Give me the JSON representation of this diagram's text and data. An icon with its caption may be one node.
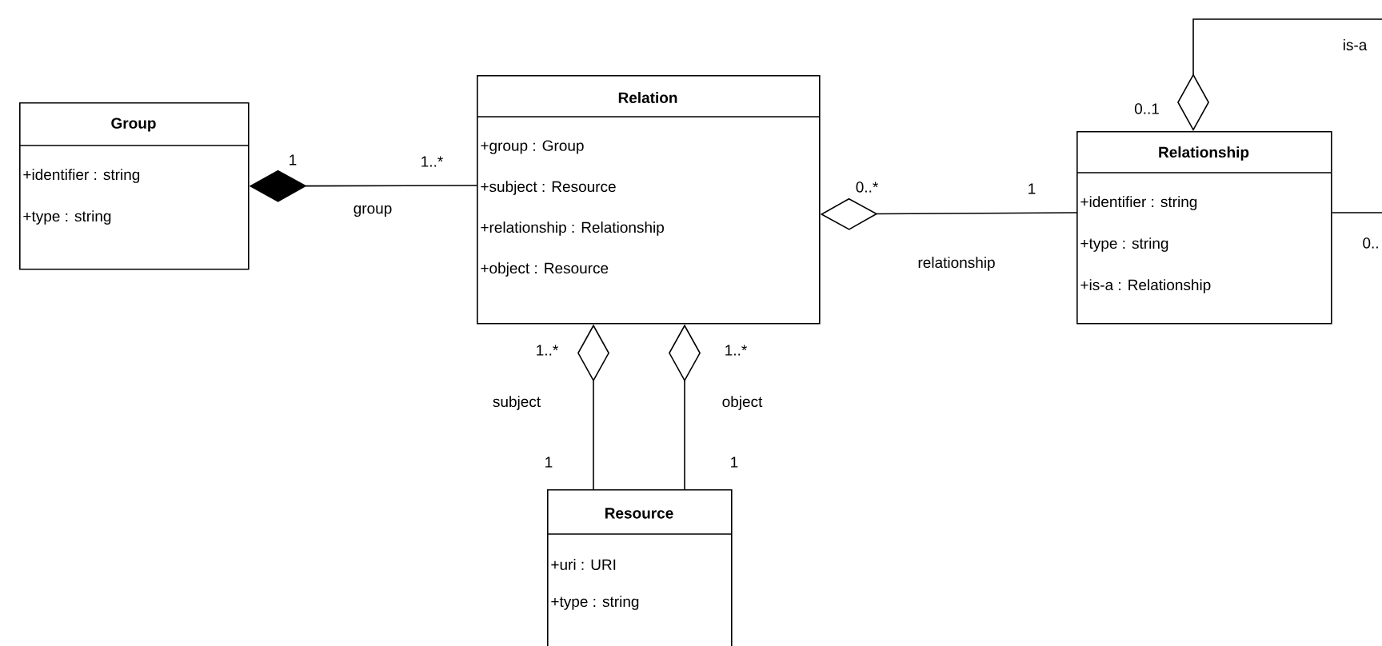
{
  "diagram": {
    "nodes": [
      {
        "text": [
          "Group",
          "+identifier : string",
          "+type : string"
        ]
      },
      {
        "text": [
          "Relation",
          "+group : Group",
          "+subject : Resource",
          "+relationship : Relationship",
          "+object : Resource"
        ]
      },
      {
        "text": [
          "Relationship",
          "+identifier : string",
          "+type : string",
          "+is-a : Relationship"
        ]
      },
      {
        "text": [
          "Resource",
          "+uri : URI",
          "+type : string"
        ]
      }
    ],
    "edges": [
      {
        "from": 0,
        "to": 1,
        "arrow": "other",
        "label": "group"
      },
      {
        "from": 1,
        "to": 2,
        "arrow": "other",
        "label": "relationship"
      },
      {
        "from": 1,
        "to": 3,
        "arrow": "other",
        "label": "subject"
      },
      {
        "from": 1,
        "to": 3,
        "arrow": "other",
        "label": "object"
      },
      {
        "from": 2,
        "to": 2,
        "arrow": "other",
        "label": "is-a"
      }
    ],
    "labels": [
      "0..1",
      "1",
      "1..*",
      "0..*",
      "1",
      "0..",
      "1..*",
      "1..*",
      "1",
      "1"
    ]
  }
}
